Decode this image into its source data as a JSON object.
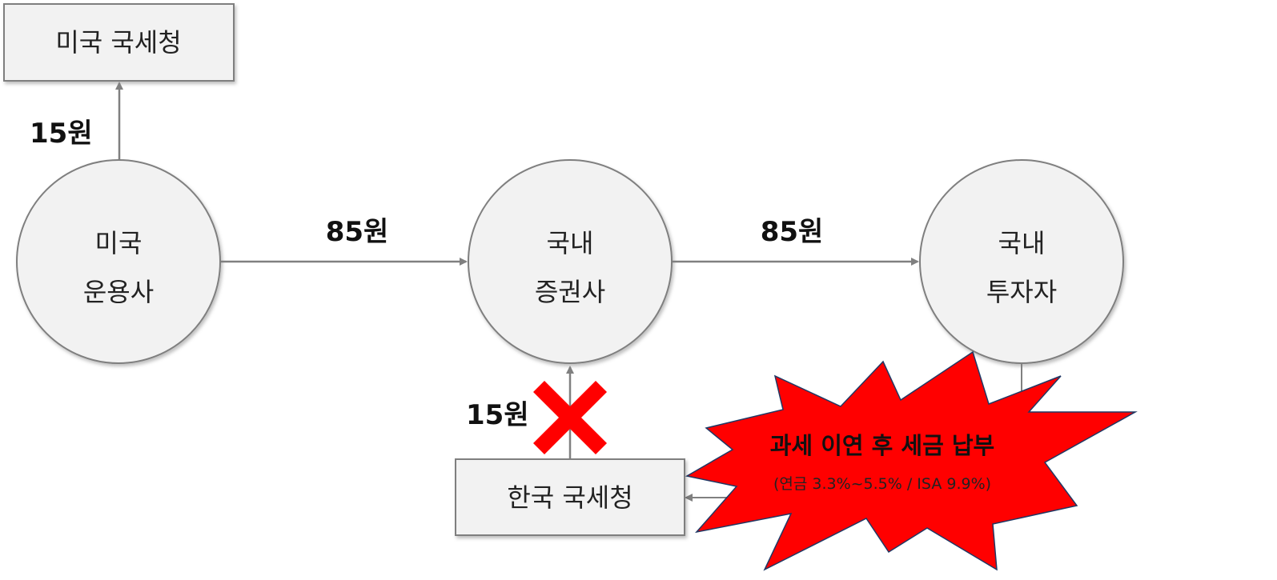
{
  "nodes": {
    "us_irs": {
      "label": "미국 국세청"
    },
    "us_manager": {
      "line1": "미국",
      "line2": "운용사"
    },
    "kr_broker": {
      "line1": "국내",
      "line2": "증권사"
    },
    "kr_investor": {
      "line1": "국내",
      "line2": "투자자"
    },
    "kr_nts": {
      "label": "한국 국세청"
    }
  },
  "amounts": {
    "us_withholding": "15원",
    "manager_to_broker": "85원",
    "broker_to_investor": "85원",
    "kr_withholding_blocked": "15원"
  },
  "callout": {
    "title": "과세 이연 후 세금 납부",
    "subtitle": "(연금 3.3%~5.5% / ISA 9.9%)"
  },
  "colors": {
    "node_fill": "#f2f2f2",
    "node_stroke": "#7f7f7f",
    "arrow": "#808080",
    "burst_fill": "#ff0000",
    "burst_stroke": "#203864",
    "cross_fill": "#ff0000"
  },
  "icons": {
    "blocked": "red-x-cross-icon"
  }
}
